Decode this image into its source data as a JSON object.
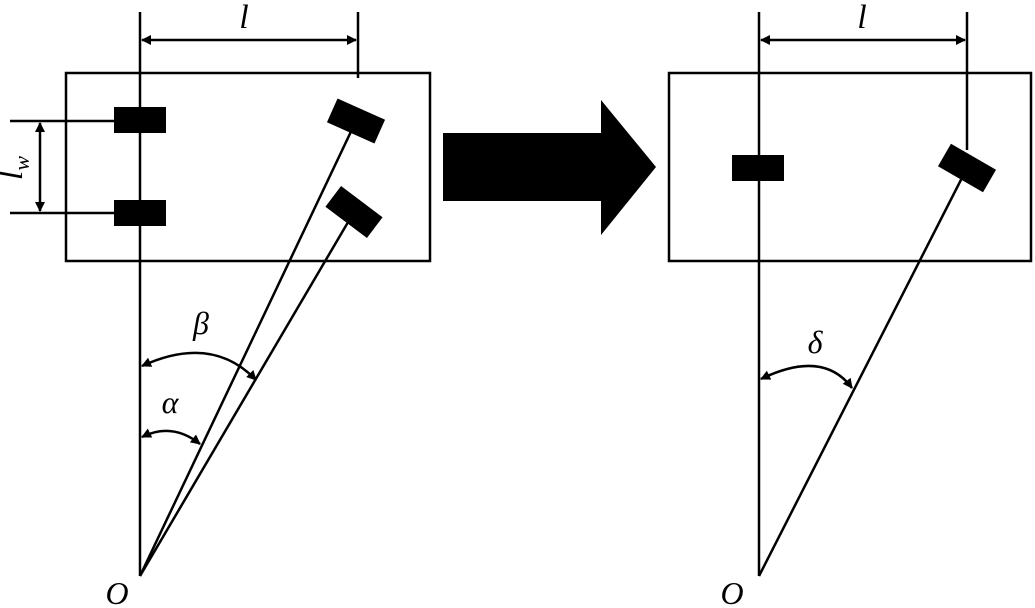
{
  "left_panel": {
    "wheelbase_label": "l",
    "track_label": "l",
    "track_subscript": "w",
    "angle_beta_label": "β",
    "angle_alpha_label": "α",
    "origin_label": "O"
  },
  "right_panel": {
    "wheelbase_label": "l",
    "angle_delta_label": "δ",
    "origin_label": "O"
  },
  "colors": {
    "stroke": "#000000",
    "background": "#ffffff"
  }
}
